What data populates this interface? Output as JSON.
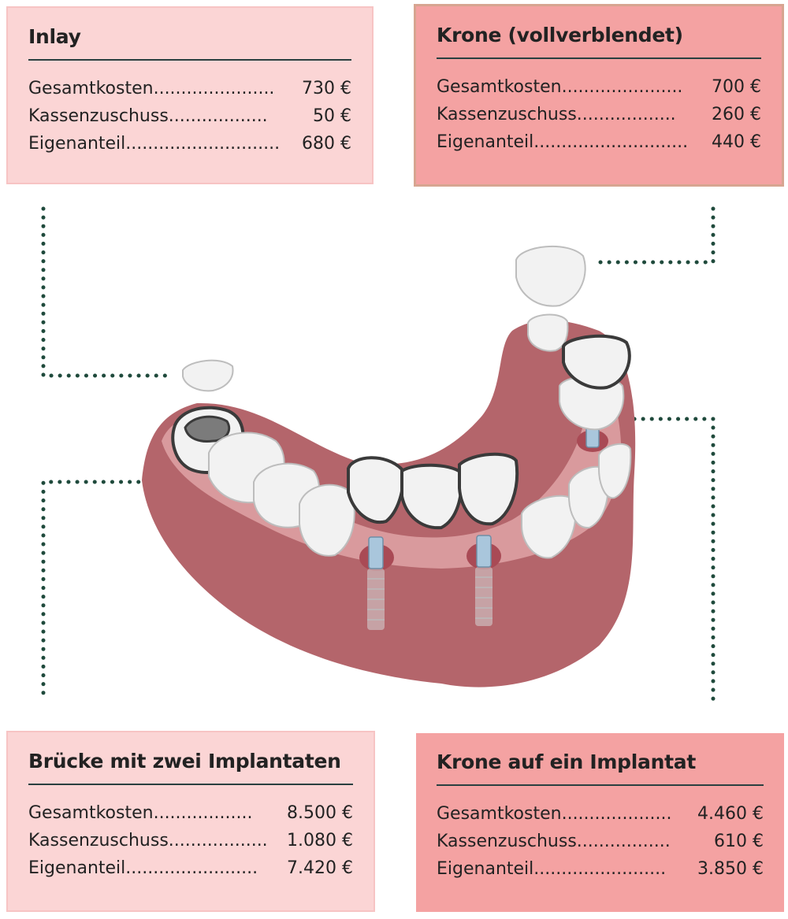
{
  "cards": {
    "inlay": {
      "title": "Inlay",
      "rows": [
        {
          "label": "Gesamtkosten",
          "dots": "......................",
          "value": "730 €"
        },
        {
          "label": "Kassenzuschuss",
          "dots": "..................",
          "value": "50 €"
        },
        {
          "label": "Eigenanteil",
          "dots": "............................",
          "value": "680 €"
        }
      ]
    },
    "krone": {
      "title": "Krone (vollverblendet)",
      "rows": [
        {
          "label": "Gesamtkosten",
          "dots": "......................",
          "value": "700 €"
        },
        {
          "label": "Kassenzuschuss",
          "dots": "..................",
          "value": "260 €"
        },
        {
          "label": "Eigenanteil",
          "dots": "............................",
          "value": "440 €"
        }
      ]
    },
    "bruecke": {
      "title": "Brücke mit zwei Implantaten",
      "rows": [
        {
          "label": "Gesamtkosten",
          "dots": "..................",
          "value": "8.500 €"
        },
        {
          "label": "Kassenzuschuss",
          "dots": "..................",
          "value": "1.080 €"
        },
        {
          "label": "Eigenanteil",
          "dots": "........................",
          "value": "7.420 €"
        }
      ]
    },
    "implantat": {
      "title": "Krone auf ein Implantat",
      "rows": [
        {
          "label": "Gesamtkosten",
          "dots": "....................",
          "value": "4.460 €"
        },
        {
          "label": "Kassenzuschuss",
          "dots": ".................",
          "value": "610 €"
        },
        {
          "label": "Eigenanteil",
          "dots": "........................",
          "value": "3.850 €"
        }
      ]
    }
  },
  "colors": {
    "light_card": "#fbd5d5",
    "dark_card": "#f4a2a2",
    "connector": "#1f4a3c",
    "gum": "#b4656b",
    "gum_inner": "#d99a9d",
    "tooth": "#f2f2f2",
    "tooth_outline": "#3a3a3a",
    "implant": "#a9c6dc"
  }
}
